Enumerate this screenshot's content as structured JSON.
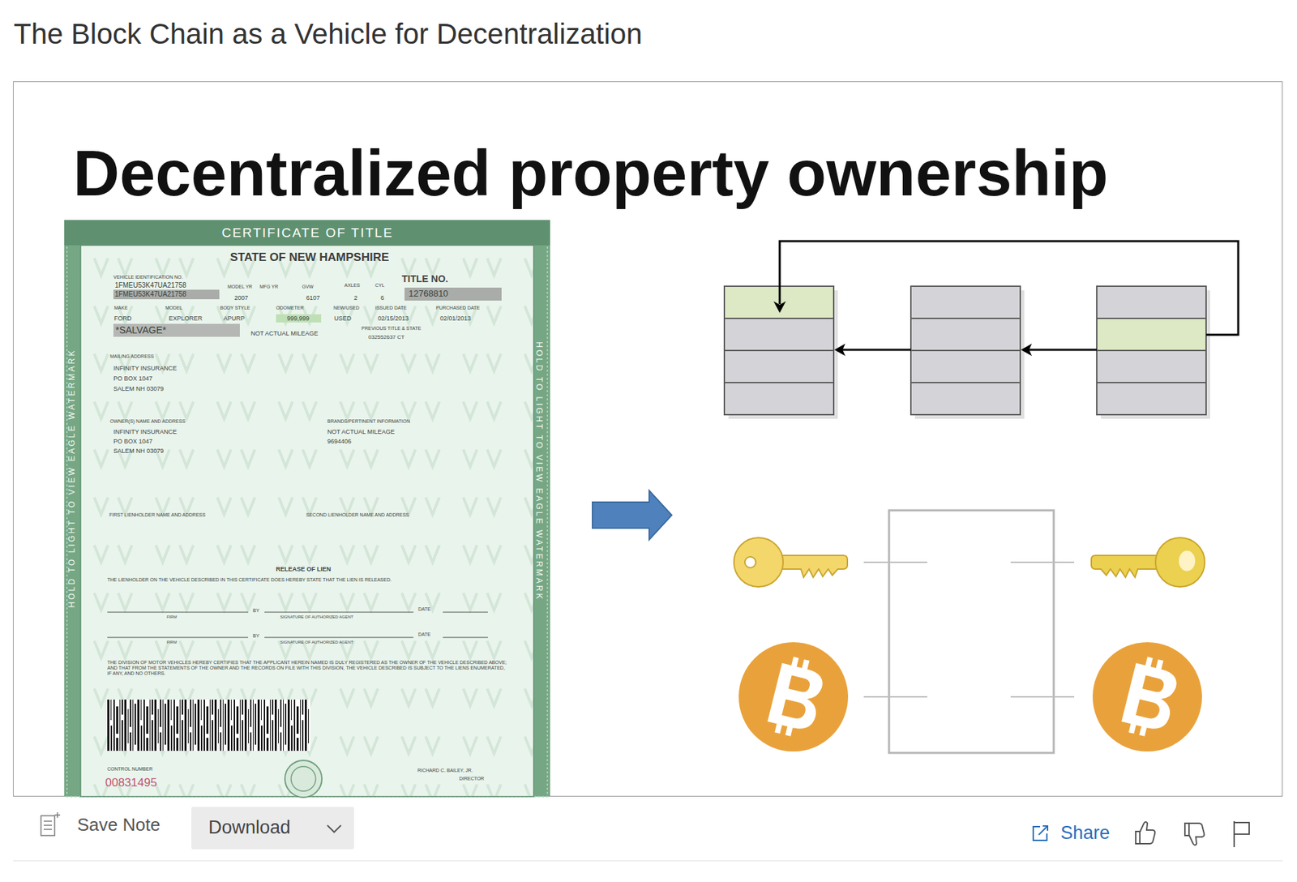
{
  "diagram": {
    "title": "Decentralized property ownership",
    "labels": [
      "The Block Chain as a Vehicle for Decentralization",
      "CERTIFICATE OF TITLE",
      "STATE OF NEW HAMPSHIRE",
      "VEHICLE IDENTIFICATION NO.",
      "1FMEU53K47UA21758",
      "1FMEU53K47UA21758",
      "MODEL YR",
      "MFG YR",
      "GVW",
      "AXLES",
      "CYL",
      "TITLE NO.",
      "12768810",
      "2007",
      "6107",
      "2",
      "6",
      "MAKE",
      "MODEL",
      "BODY STYLE",
      "ODOMETER",
      "NEW/USED",
      "ISSUED DATE",
      "PURCHASED DATE",
      "FORD",
      "EXPLORER",
      "APURP",
      "999,999",
      "USED",
      "02/15/2013",
      "02/01/2013",
      "*SALVAGE*",
      "NOT ACTUAL MILEAGE",
      "PREVIOUS TITLE & STATE",
      "032552637 CT",
      "MAILING ADDRESS",
      "INFINITY INSURANCE",
      "PO BOX 1047",
      "SALEM NH 03079",
      "OWNER(S) NAME AND ADDRESS",
      "INFINITY INSURANCE",
      "PO BOX 1047",
      "SALEM NH 03079",
      "BRANDS/PERTINENT INFORMATION",
      "NOT ACTUAL MILEAGE",
      "9694406",
      "FIRST LIENHOLDER NAME AND ADDRESS",
      "SECOND LIENHOLDER NAME AND ADDRESS",
      "RELEASE OF LIEN",
      "THE LIENHOLDER ON THE VEHICLE DESCRIBED IN THIS CERTIFICATE DOES HEREBY STATE THAT THE LIEN IS RELEASED.",
      "FIRM",
      "BY",
      "SIGNATURE OF AUTHORIZED AGENT",
      "DATE",
      "FIRM",
      "BY",
      "SIGNATURE OF AUTHORIZED AGENT",
      "DATE",
      "THE DIVISION OF MOTOR VEHICLES HEREBY CERTIFIES THAT THE APPLICANT HEREIN NAMED IS DULY REGISTERED AS THE OWNER OF THE VEHICLE DESCRIBED ABOVE; AND THAT FROM THE STATEMENTS OF THE OWNER AND THE RECORDS ON FILE WITH THIS DIVISION, THE VEHICLE DESCRIBED IS SUBJECT TO THE LIENS ENUMERATED, IF ANY, AND NO OTHERS.",
      "CONTROL NUMBER",
      "00831495",
      "RICHARD C. BAILEY, JR.",
      "DIRECTOR",
      "HOLD TO LIGHT TO VIEW EAGLE WATERMARK",
      "HOLD TO LIGHT TO VIEW EAGLE WATERMARK",
      "Save Note",
      "Download",
      "Share"
    ]
  }
}
